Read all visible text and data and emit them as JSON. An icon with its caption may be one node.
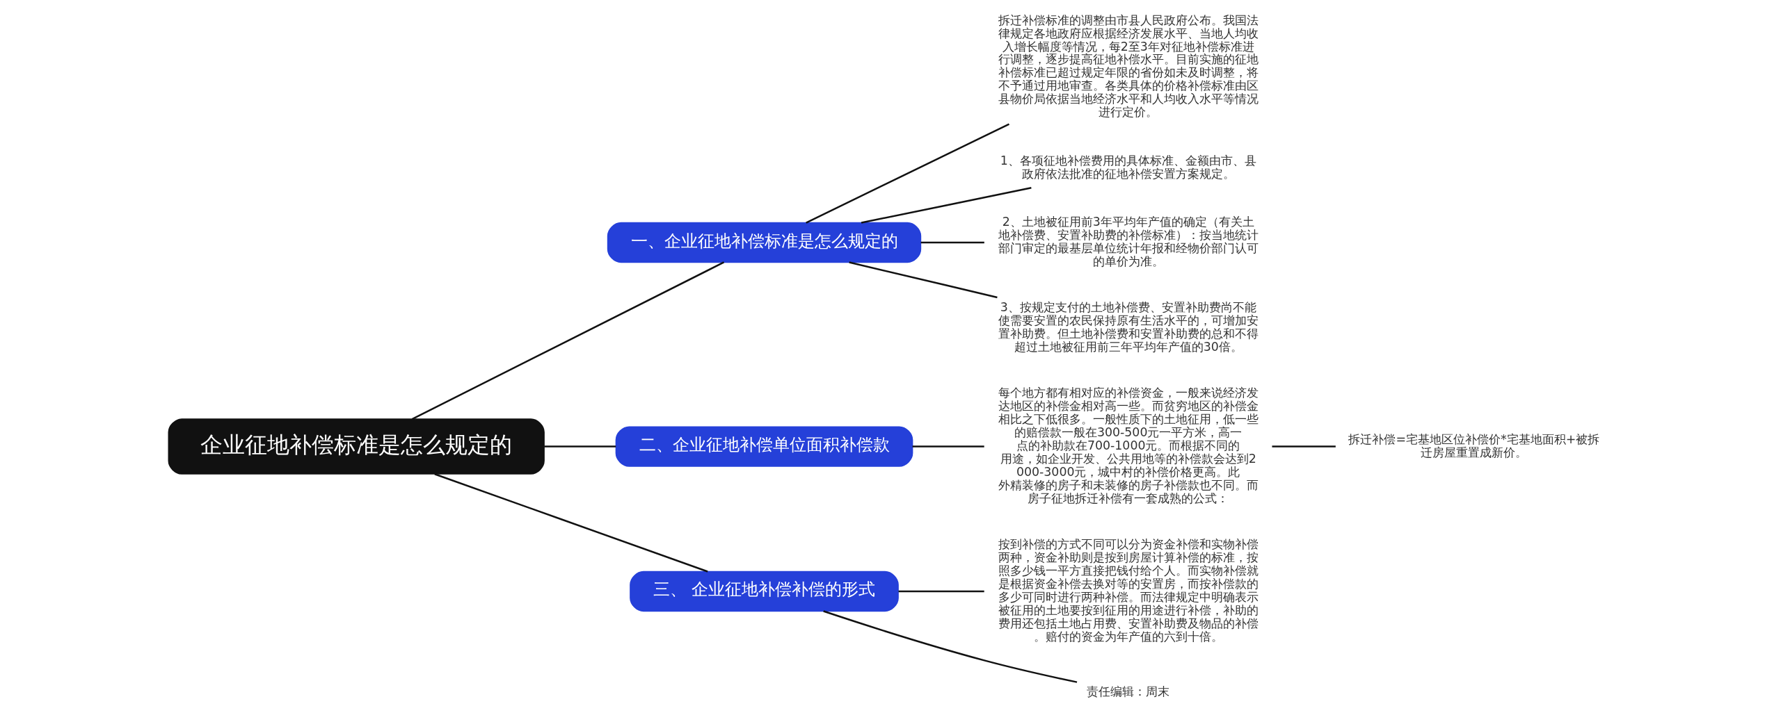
{
  "diagram": {
    "nodes": [
      {
        "text": [
          "企业征地补偿标准是怎么规定的"
        ]
      },
      {
        "text": [
          "一、企业征地补偿标准是怎么规定的"
        ]
      },
      {
        "text": [
          "拆迁补偿标准的调整由市县人民政府公布。我国法律规定各地政府应根据经济发展水平、当地人均收入增长幅度等情况，每2至3年对征地补偿标准进行调整，逐步提高征地补偿水平。目前实施的征地补偿标准已超过规定年限的省份如未及时调整，将不予通过用地审查。各类具体的价格补偿标准由区县物价局依据当地经济水平和人均收入水平等情况进行定价。"
        ]
      },
      {
        "text": [
          "1、各项征地补偿费用的具体标准、金额由市、县政府依法批准的征地补偿安置方案规定。"
        ]
      },
      {
        "text": [
          "2、土地被征用前3年平均年产值的确定（有关土地补偿费、安置补助费的补偿标准）：按当地统计部门审定的最基层单位统计年报和经物价部门认可的单价为准。"
        ]
      },
      {
        "text": [
          "3、按规定支付的土地补偿费、安置补助费尚不能使需要安置的农民保持原有生活水平的，可增加安置补助费。但土地补偿费和安置补助费的总和不得超过土地被征用前三年平均年产值的30倍。"
        ]
      },
      {
        "text": [
          "二、企业征地补偿单位面积补偿款"
        ]
      },
      {
        "text": [
          "每个地方都有相对应的补偿资金，一般来说经济发达地区的补偿金相对高一些。而贫穷地区的补偿金相比之下低很多。一般性质下的土地征用，低一些的赔偿款一般在300-500元一平方米，高一点的补助款在700-1000元。而根据不同的用途，如企业开发、公共用地等的补偿款会达到2000-3000元，城中村的补偿价格更高。此外精装修的房子和未装修的房子补偿款也不同。而房子征地拆迁补偿有一套成熟的公式："
        ]
      },
      {
        "text": [
          "拆迁补偿=宅基地区位补偿价*宅基地面积+被拆迁房屋重置成新价。"
        ]
      },
      {
        "text": [
          "三、 企业征地补偿补偿的形式"
        ]
      },
      {
        "text": [
          "按到补偿的方式不同可以分为资金补偿和实物补偿两种，资金补助则是按到房屋计算补偿的标准，按照多少钱一平方直接把钱付给个人。而实物补偿就是根据资金补偿去换对等的安置房，而按补偿款的多少可同时进行两种补偿。而法律规定中明确表示被征用的土地要按到征用的用途进行补偿，补助的费用还包括土地占用费、安置补助费及物品的补偿。赔付的资金为年产值的六到十倍。"
        ]
      },
      {
        "text": [
          "责任编辑：周末"
        ]
      }
    ],
    "edges": [
      {
        "from": 0,
        "to": 1,
        "arrow": "none"
      },
      {
        "from": 1,
        "to": 2,
        "arrow": "none"
      },
      {
        "from": 1,
        "to": 3,
        "arrow": "none"
      },
      {
        "from": 1,
        "to": 4,
        "arrow": "none"
      },
      {
        "from": 1,
        "to": 5,
        "arrow": "none"
      },
      {
        "from": 0,
        "to": 6,
        "arrow": "none"
      },
      {
        "from": 6,
        "to": 7,
        "arrow": "none"
      },
      {
        "from": 7,
        "to": 8,
        "arrow": "none"
      },
      {
        "from": 0,
        "to": 9,
        "arrow": "none"
      },
      {
        "from": 9,
        "to": 10,
        "arrow": "none"
      },
      {
        "from": 9,
        "to": 11,
        "arrow": "none"
      }
    ]
  }
}
